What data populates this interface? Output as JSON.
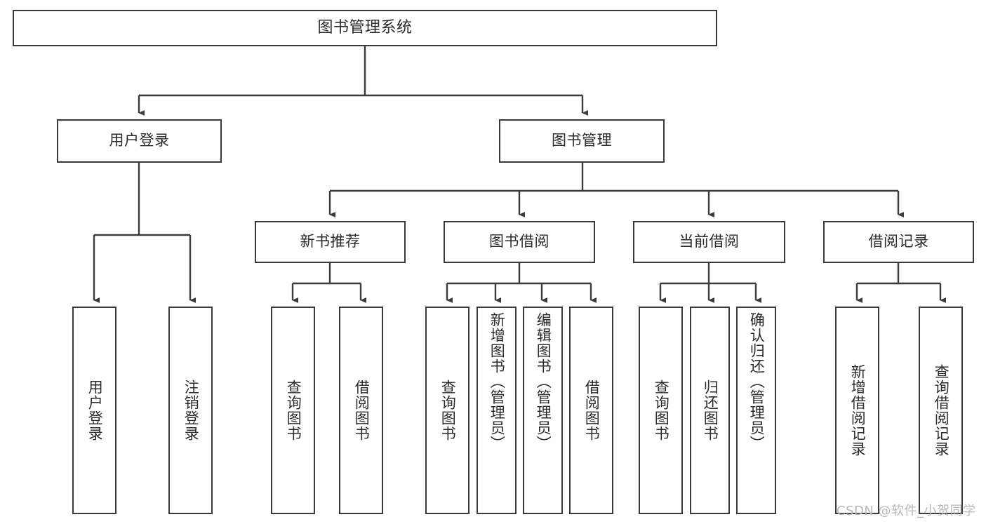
{
  "diagram": {
    "title": "图书管理系统",
    "type": "tree-hierarchy",
    "watermark": "CSDN @软件_小贺同学",
    "colors": {
      "stroke": "#3a3a3a",
      "fill": "#ffffff",
      "text": "#2b2b2b",
      "watermark": "#b8b8b8"
    },
    "levels": {
      "root": {
        "label": "图书管理系统"
      },
      "level2": [
        {
          "id": "user-login",
          "label": "用户登录"
        },
        {
          "id": "book-manage",
          "label": "图书管理"
        }
      ],
      "level3": [
        {
          "id": "new-book-recommend",
          "label": "新书推荐",
          "parent": "book-manage"
        },
        {
          "id": "book-borrow",
          "label": "图书借阅",
          "parent": "book-manage"
        },
        {
          "id": "current-borrow",
          "label": "当前借阅",
          "parent": "book-manage"
        },
        {
          "id": "borrow-record",
          "label": "借阅记录",
          "parent": "book-manage"
        }
      ],
      "leaves": [
        {
          "id": "leaf-user-login",
          "label": "用户登录",
          "parent": "user-login"
        },
        {
          "id": "leaf-logout-login",
          "label": "注销登录",
          "parent": "user-login"
        },
        {
          "id": "leaf-query-book-1",
          "label": "查询图书",
          "parent": "new-book-recommend"
        },
        {
          "id": "leaf-borrow-book-1",
          "label": "借阅图书",
          "parent": "new-book-recommend"
        },
        {
          "id": "leaf-query-book-2",
          "label": "查询图书",
          "parent": "book-borrow"
        },
        {
          "id": "leaf-add-book",
          "label": "新增图书（管理员）",
          "parent": "book-borrow"
        },
        {
          "id": "leaf-edit-book",
          "label": "编辑图书（管理员）",
          "parent": "book-borrow"
        },
        {
          "id": "leaf-borrow-book-2",
          "label": "借阅图书",
          "parent": "book-borrow"
        },
        {
          "id": "leaf-query-book-3",
          "label": "查询图书",
          "parent": "current-borrow"
        },
        {
          "id": "leaf-return-book",
          "label": "归还图书",
          "parent": "current-borrow"
        },
        {
          "id": "leaf-confirm-return",
          "label": "确认归还（管理员）",
          "parent": "current-borrow"
        },
        {
          "id": "leaf-add-record",
          "label": "新增借阅记录",
          "parent": "borrow-record"
        },
        {
          "id": "leaf-query-record",
          "label": "查询借阅记录",
          "parent": "borrow-record"
        }
      ]
    }
  }
}
